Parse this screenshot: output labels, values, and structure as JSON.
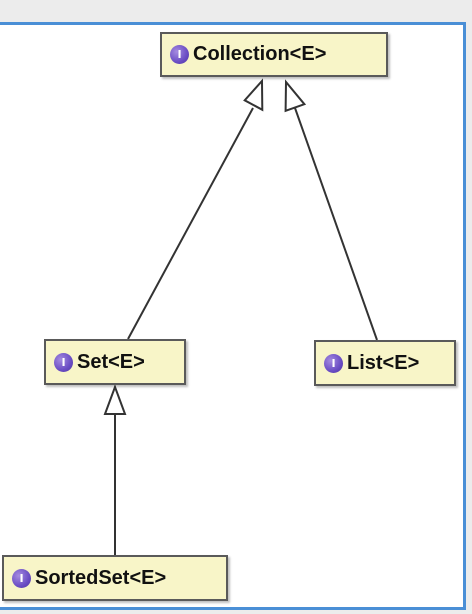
{
  "diagram": {
    "nodes": [
      {
        "id": "collection",
        "label": "Collection<E>",
        "badge": "I"
      },
      {
        "id": "set",
        "label": "Set<E>",
        "badge": "I"
      },
      {
        "id": "list",
        "label": "List<E>",
        "badge": "I"
      },
      {
        "id": "sortedset",
        "label": "SortedSet<E>",
        "badge": "I"
      }
    ],
    "edges": [
      {
        "from": "set",
        "to": "collection",
        "type": "inheritance"
      },
      {
        "from": "list",
        "to": "collection",
        "type": "inheritance"
      },
      {
        "from": "sortedset",
        "to": "set",
        "type": "inheritance"
      }
    ],
    "colors": {
      "node_fill": "#f8f5c8",
      "node_border": "#5a5a5a",
      "interface_badge": "#6a4dc4",
      "frame_border": "#4a8fd6",
      "edge": "#333333"
    }
  }
}
